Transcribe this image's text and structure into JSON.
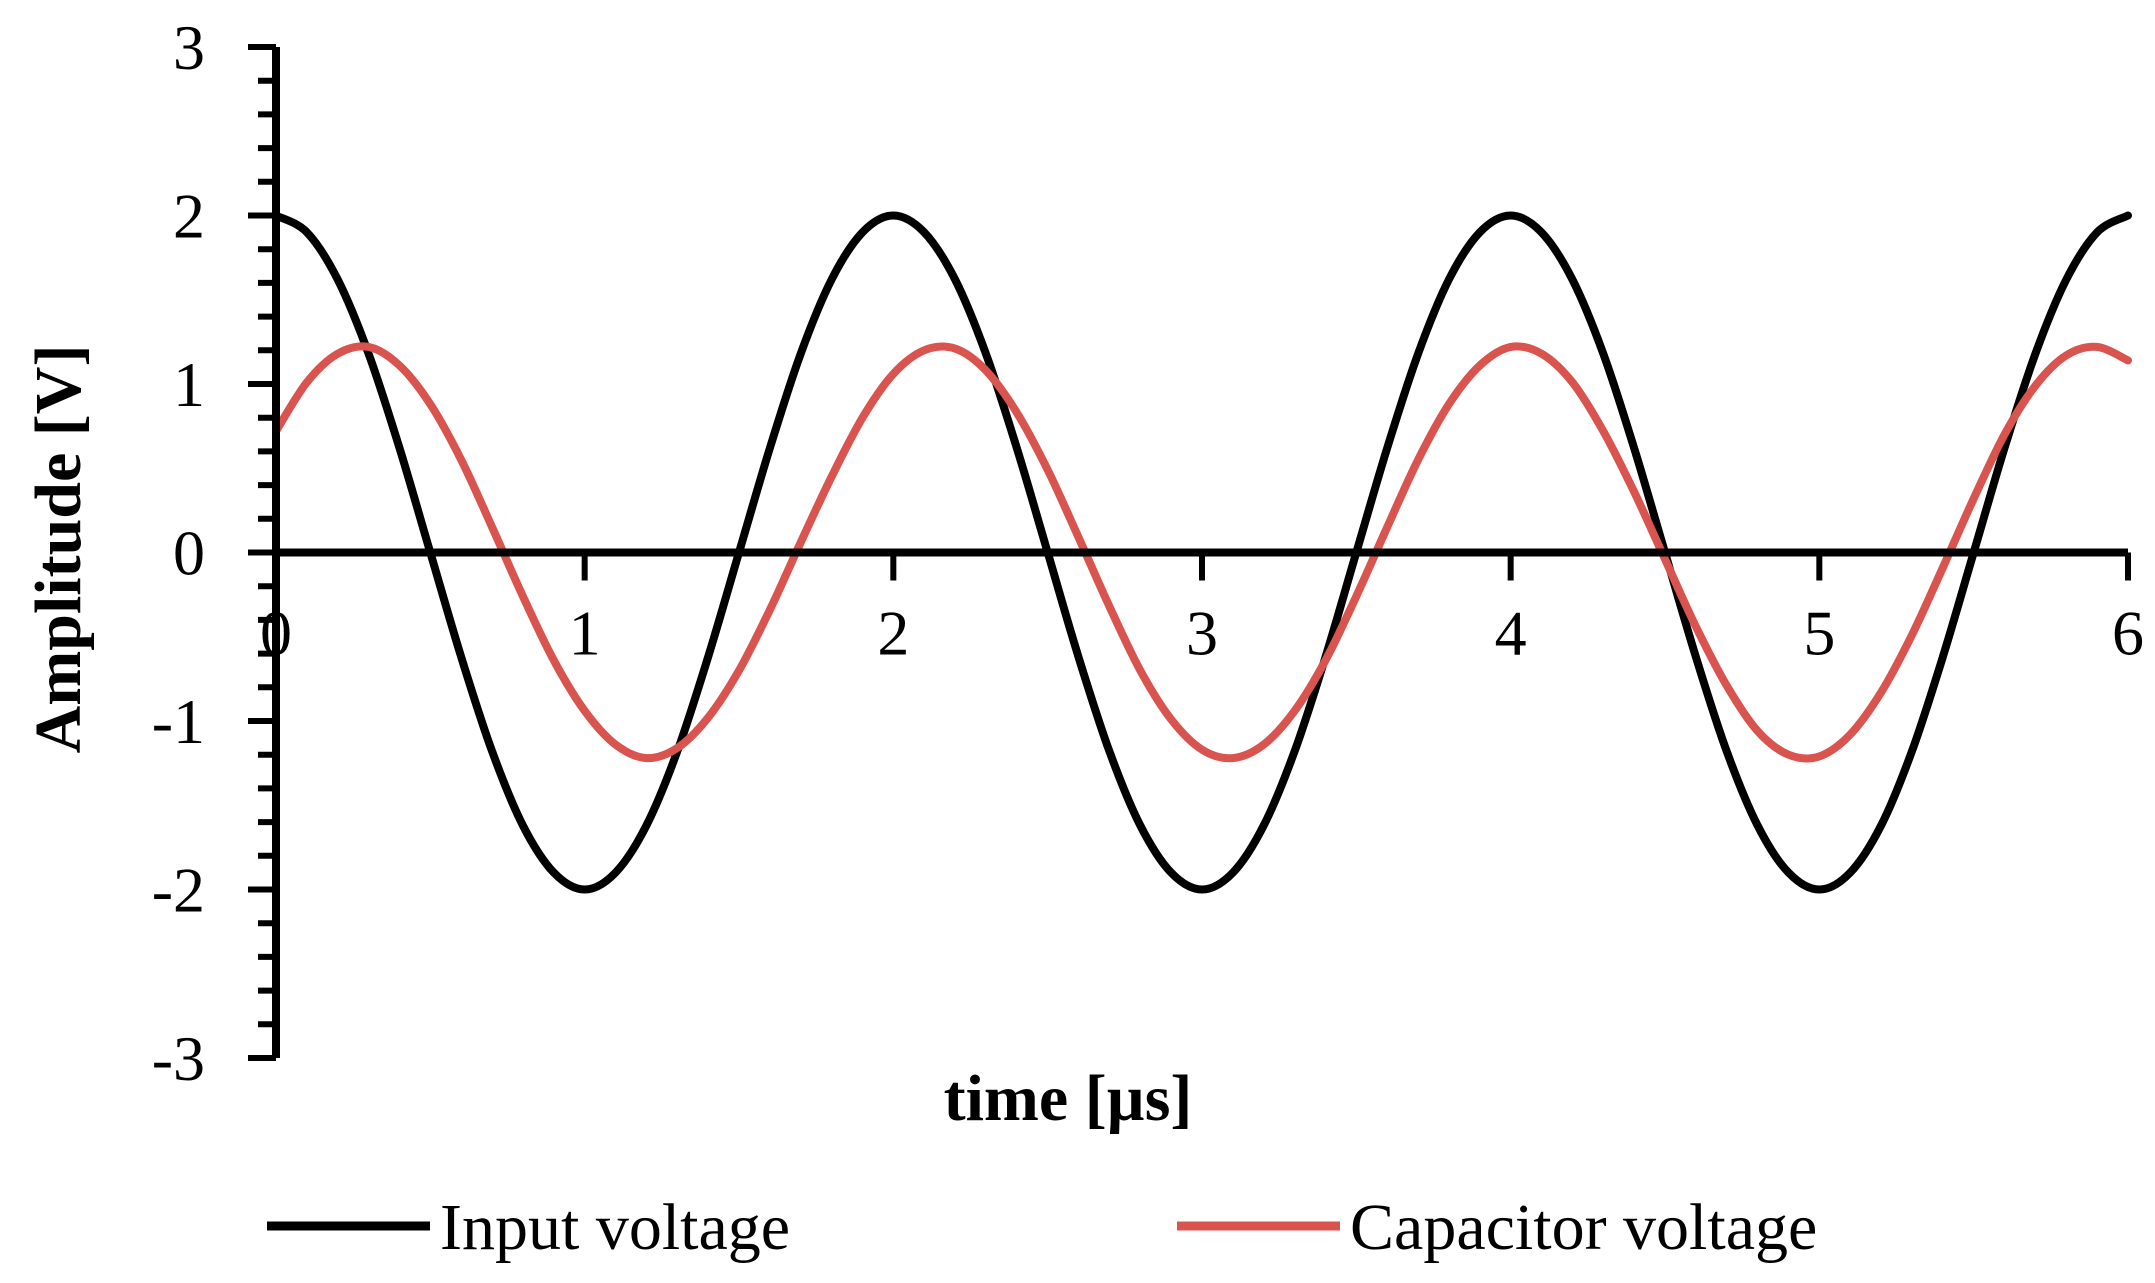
{
  "chart_data": {
    "type": "line",
    "xlabel": "time [µs]",
    "ylabel": "Amplitude [V]",
    "xlim": [
      0,
      6
    ],
    "ylim": [
      -3,
      3
    ],
    "xticks": [
      "0",
      "1",
      "2",
      "3",
      "4",
      "5",
      "6"
    ],
    "yticks": [
      "3",
      "2",
      "1",
      "0",
      "-1",
      "-2",
      "-3"
    ],
    "grid": false,
    "legend_position": "bottom",
    "series": [
      {
        "name": "Input voltage",
        "color": "#000000",
        "x": [
          0,
          0.1,
          0.2,
          0.3,
          0.4,
          0.5,
          0.6,
          0.7,
          0.8,
          0.9,
          1.0,
          1.1,
          1.2,
          1.3,
          1.4,
          1.5,
          1.6,
          1.7,
          1.8,
          1.9,
          2.0,
          2.1,
          2.2,
          2.3,
          2.4,
          2.5,
          2.6,
          2.7,
          2.8,
          2.9,
          3.0,
          3.1,
          3.2,
          3.3,
          3.4,
          3.5,
          3.6,
          3.7,
          3.8,
          3.9,
          4.0,
          4.1,
          4.2,
          4.3,
          4.4,
          4.5,
          4.6,
          4.7,
          4.8,
          4.9,
          5.0,
          5.1,
          5.2,
          5.3,
          5.4,
          5.5,
          5.6,
          5.7,
          5.8,
          5.9,
          6.0
        ],
        "y": [
          2.0,
          1.9,
          1.62,
          1.18,
          0.62,
          0.0,
          -0.62,
          -1.18,
          -1.62,
          -1.9,
          -2.0,
          -1.9,
          -1.62,
          -1.18,
          -0.62,
          0.0,
          0.62,
          1.18,
          1.62,
          1.9,
          2.0,
          1.9,
          1.62,
          1.18,
          0.62,
          0.0,
          -0.62,
          -1.18,
          -1.62,
          -1.9,
          -2.0,
          -1.9,
          -1.62,
          -1.18,
          -0.62,
          0.0,
          0.62,
          1.18,
          1.62,
          1.9,
          2.0,
          1.9,
          1.62,
          1.18,
          0.62,
          0.0,
          -0.62,
          -1.18,
          -1.62,
          -1.9,
          -2.0,
          -1.9,
          -1.62,
          -1.18,
          -0.62,
          0.0,
          0.62,
          1.18,
          1.62,
          1.9,
          2.0
        ]
      },
      {
        "name": "Capacitor voltage",
        "color": "#d9534f",
        "x": [
          0,
          0.1,
          0.2,
          0.3,
          0.4,
          0.5,
          0.6,
          0.7,
          0.8,
          0.9,
          1.0,
          1.1,
          1.2,
          1.3,
          1.4,
          1.5,
          1.6,
          1.7,
          1.8,
          1.9,
          2.0,
          2.1,
          2.2,
          2.3,
          2.4,
          2.5,
          2.6,
          2.7,
          2.8,
          2.9,
          3.0,
          3.1,
          3.2,
          3.3,
          3.4,
          3.5,
          3.6,
          3.7,
          3.8,
          3.9,
          4.0,
          4.1,
          4.2,
          4.3,
          4.4,
          4.5,
          4.6,
          4.7,
          4.8,
          4.9,
          5.0,
          5.1,
          5.2,
          5.3,
          5.4,
          5.5,
          5.6,
          5.7,
          5.8,
          5.9,
          6.0
        ],
        "y": [
          0.72,
          1.01,
          1.18,
          1.22,
          1.11,
          0.88,
          0.55,
          0.15,
          -0.26,
          -0.64,
          -0.94,
          -1.14,
          -1.22,
          -1.16,
          -0.98,
          -0.7,
          -0.34,
          0.06,
          0.45,
          0.8,
          1.06,
          1.2,
          1.21,
          1.08,
          0.83,
          0.49,
          0.09,
          -0.32,
          -0.7,
          -0.99,
          -1.17,
          -1.22,
          -1.14,
          -0.94,
          -0.64,
          -0.26,
          0.15,
          0.55,
          0.88,
          1.11,
          1.22,
          1.18,
          1.01,
          0.72,
          0.36,
          -0.04,
          -0.44,
          -0.79,
          -1.06,
          -1.2,
          -1.21,
          -1.08,
          -0.83,
          -0.49,
          -0.09,
          0.32,
          0.7,
          0.99,
          1.17,
          1.22,
          1.14
        ]
      }
    ]
  }
}
